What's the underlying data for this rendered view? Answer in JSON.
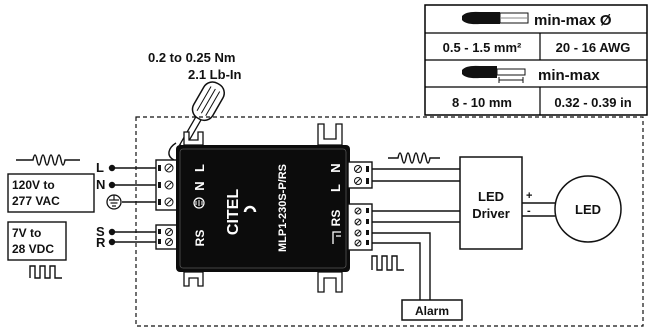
{
  "torque": {
    "nm": "0.2 to 0.25 Nm",
    "lbin": "2.1 Lb-In"
  },
  "spec_table": {
    "row1_header": "min-max Ø",
    "row2_left": "0.5 - 1.5 mm²",
    "row2_right": "20 - 16 AWG",
    "row3_header": "min-max",
    "row4_left": "8 - 10 mm",
    "row4_right": "0.32 - 0.39 in"
  },
  "inputs": {
    "ac_voltage": [
      "120V to",
      "277 VAC"
    ],
    "dc_voltage": [
      "7V to",
      "28 VDC"
    ]
  },
  "terminals_left": {
    "L": "L",
    "N": "N",
    "S": "S",
    "R": "R",
    "RS": "RS"
  },
  "device": {
    "brand": "CITEL",
    "model": "MLP1-230S-P/RS",
    "pin_N": "N",
    "pin_L": "L",
    "pin_RS": "RS"
  },
  "led_driver": {
    "line1": "LED",
    "line2": "Driver",
    "plus": "+",
    "minus": "-"
  },
  "led": {
    "label": "LED"
  },
  "alarm": {
    "label": "Alarm"
  }
}
